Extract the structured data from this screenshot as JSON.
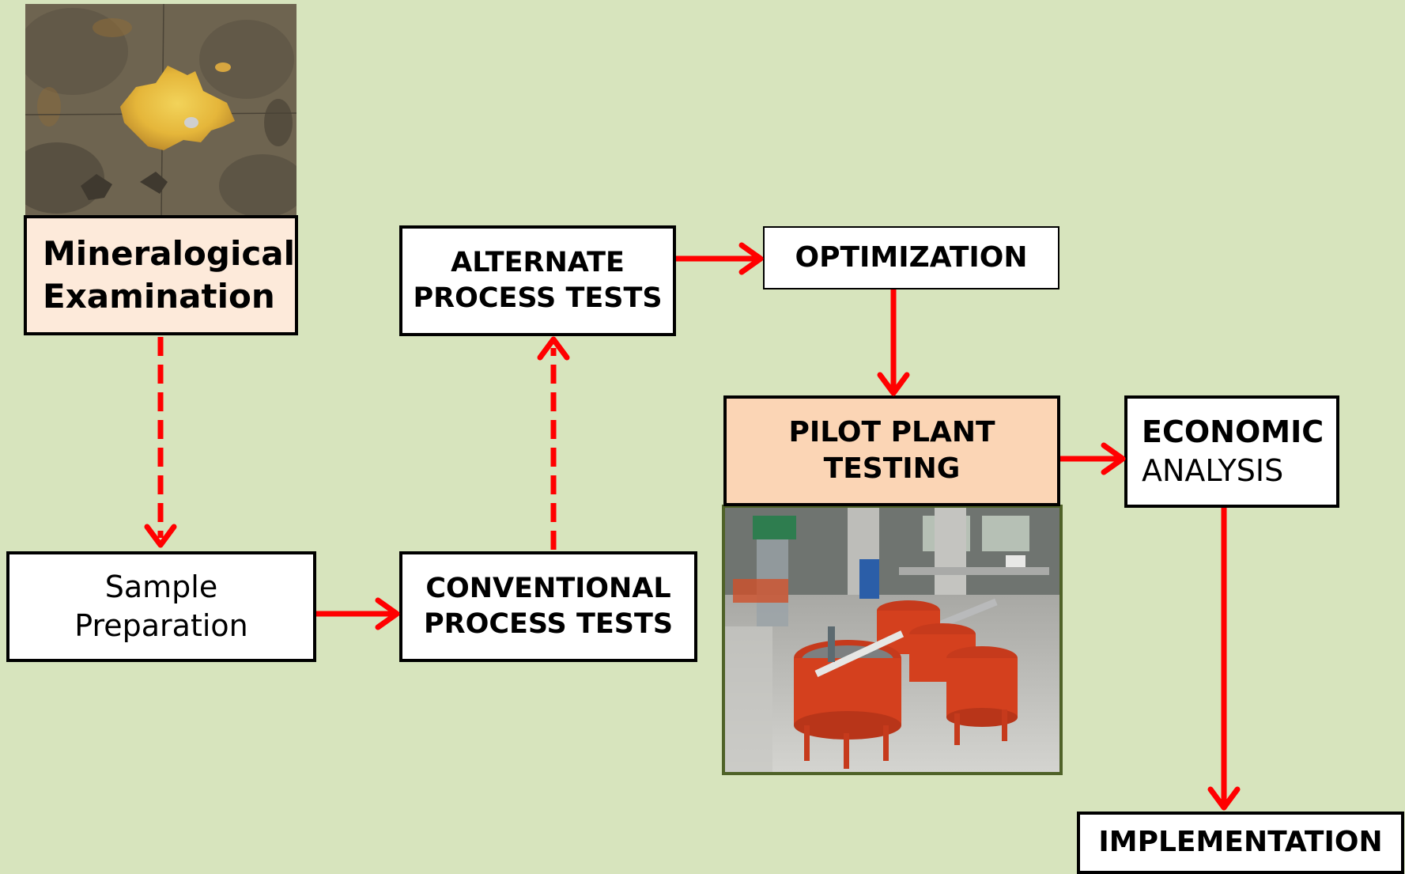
{
  "colors": {
    "background": "#d7e4bd",
    "arrow": "#ff0000",
    "box_fill": "#ffffff",
    "box_border": "#000000",
    "mineralogical_fill": "#fdeada",
    "pilot_fill": "#fbd5b5",
    "photo_frame": "#4f6228"
  },
  "nodes": {
    "mineralogical": {
      "line1": "Mineralogical",
      "line2": "Examination"
    },
    "sample": {
      "line1": "Sample",
      "line2": "Preparation"
    },
    "conventional": {
      "line1": "CONVENTIONAL",
      "line2": "PROCESS TESTS"
    },
    "alternate": {
      "line1": "ALTERNATE",
      "line2": "PROCESS TESTS"
    },
    "optimization": {
      "line1": "OPTIMIZATION"
    },
    "pilot": {
      "line1": "PILOT PLANT",
      "line2": "TESTING"
    },
    "economic": {
      "line1": "ECONOMIC",
      "line2": "ANALYSIS"
    },
    "implementation": {
      "line1": "IMPLEMENTATION"
    }
  },
  "images": {
    "mineral_photo": "micrograph-photo",
    "pilot_photo": "pilot-plant-photo"
  },
  "edges": [
    {
      "from": "mineralogical",
      "to": "sample",
      "style": "dashed"
    },
    {
      "from": "sample",
      "to": "conventional",
      "style": "solid"
    },
    {
      "from": "conventional",
      "to": "alternate",
      "style": "dashed"
    },
    {
      "from": "alternate",
      "to": "optimization",
      "style": "solid"
    },
    {
      "from": "optimization",
      "to": "pilot",
      "style": "solid"
    },
    {
      "from": "pilot",
      "to": "economic",
      "style": "solid"
    },
    {
      "from": "economic",
      "to": "implementation",
      "style": "solid"
    }
  ]
}
